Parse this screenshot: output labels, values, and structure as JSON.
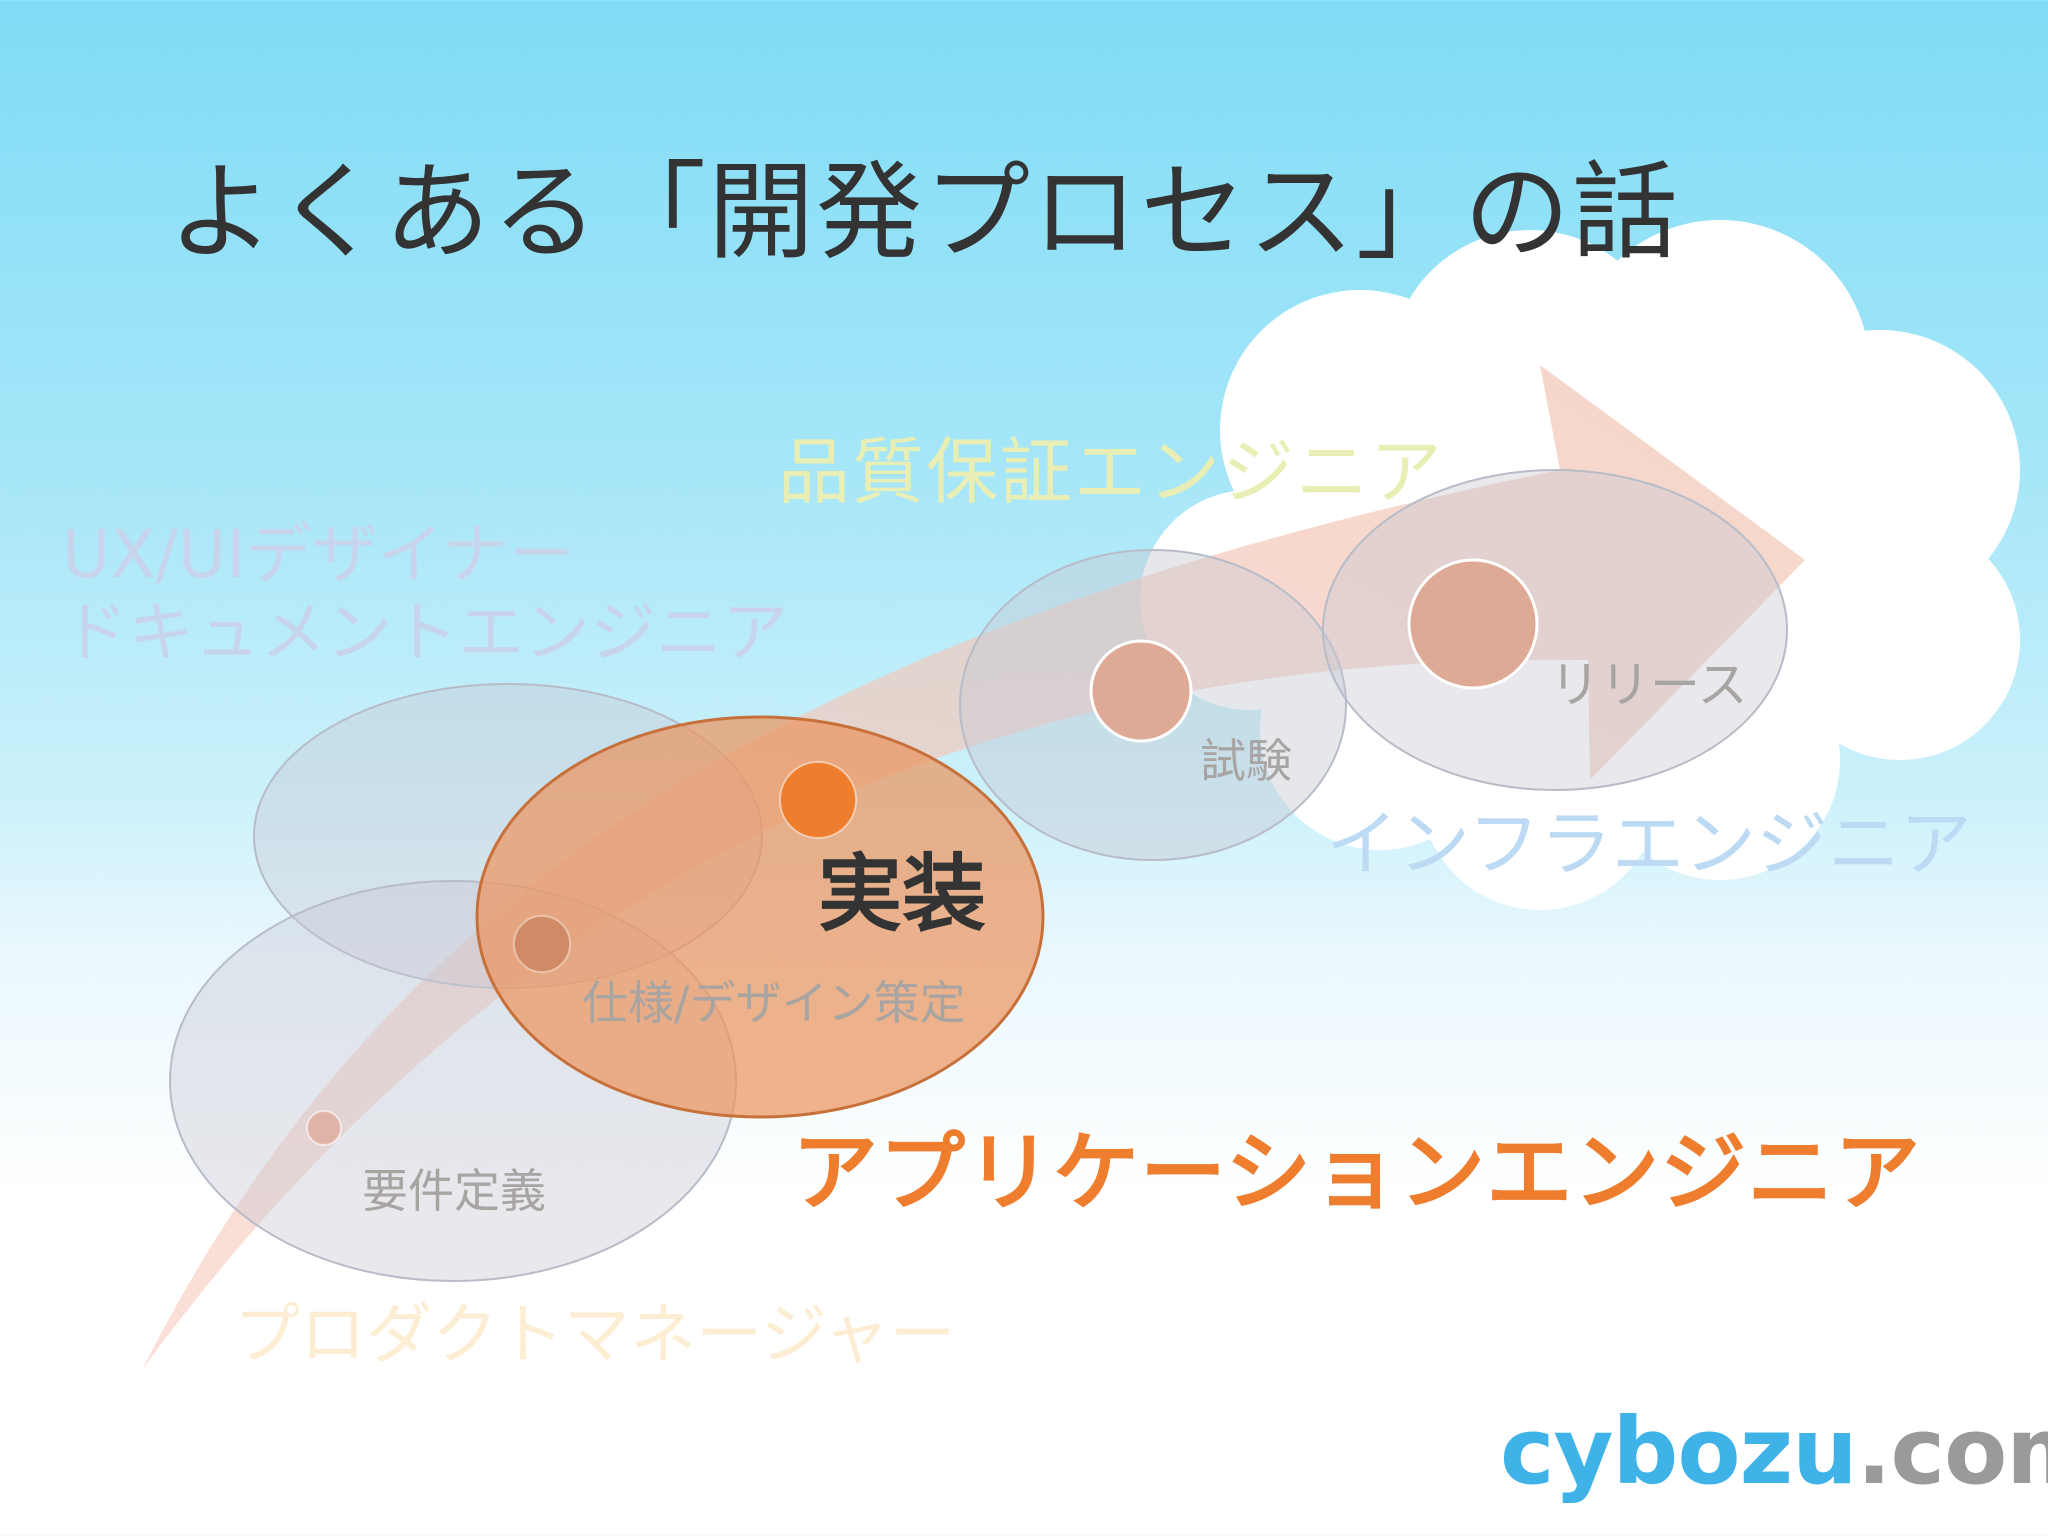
{
  "slide": {
    "title": "よくある「開発プロセス」の話"
  },
  "roles": {
    "qa": "品質保証エンジニア",
    "ux_line1": "UX/UIデザイナー",
    "ux_line2": "ドキュメントエンジニア",
    "infra": "インフラエンジニア",
    "pm": "プロダクトマネージャー",
    "app": "アプリケーションエンジニア"
  },
  "phases": {
    "requirements": "要件定義",
    "spec_design": "仕様/デザイン策定",
    "implementation": "実装",
    "testing": "試験",
    "release": "リリース"
  },
  "logo": {
    "main": "cybozu",
    "tld": ".com"
  },
  "colors": {
    "accent_orange": "#ee7d2e",
    "title_text": "#333333",
    "logo_blue": "#3fb3e8",
    "logo_gray": "#9a9a9a",
    "sky_top": "#7fdcf6"
  }
}
